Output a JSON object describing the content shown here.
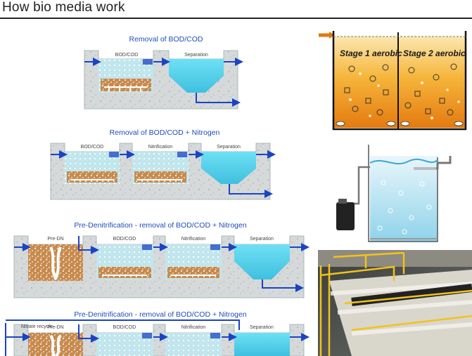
{
  "page": {
    "title": "How bio media work"
  },
  "diagrams": [
    {
      "title": "Removal of BOD/COD",
      "labels": [
        "BOD/COD",
        "Separation"
      ]
    },
    {
      "title": "Removal of BOD/COD + Nitrogen",
      "labels": [
        "BOD/COD",
        "Nitrification",
        "Separation"
      ]
    },
    {
      "title": "Pre-Denitrification - removal of BOD/COD + Nitrogen",
      "labels": [
        "Pre-DN",
        "BOD/COD",
        "Nitrification",
        "Separation"
      ]
    },
    {
      "title": "Pre-Denitrification - removal of BOD/COD + Nitrogen",
      "labels": [
        "Nitrate recycle",
        "Pre-DN",
        "BOD/COD",
        "Nitrification",
        "Separation"
      ]
    }
  ],
  "tank_illustration": {
    "stage1": "Stage 1 aerobic",
    "stage2": "Stage 2 aerobic"
  },
  "colors": {
    "title_blue": "#1f4bb8",
    "concrete": "#d9dcdc",
    "water": "#5fd3ea",
    "media": "#c98a4e",
    "flow_arrow": "#1a44c4"
  }
}
